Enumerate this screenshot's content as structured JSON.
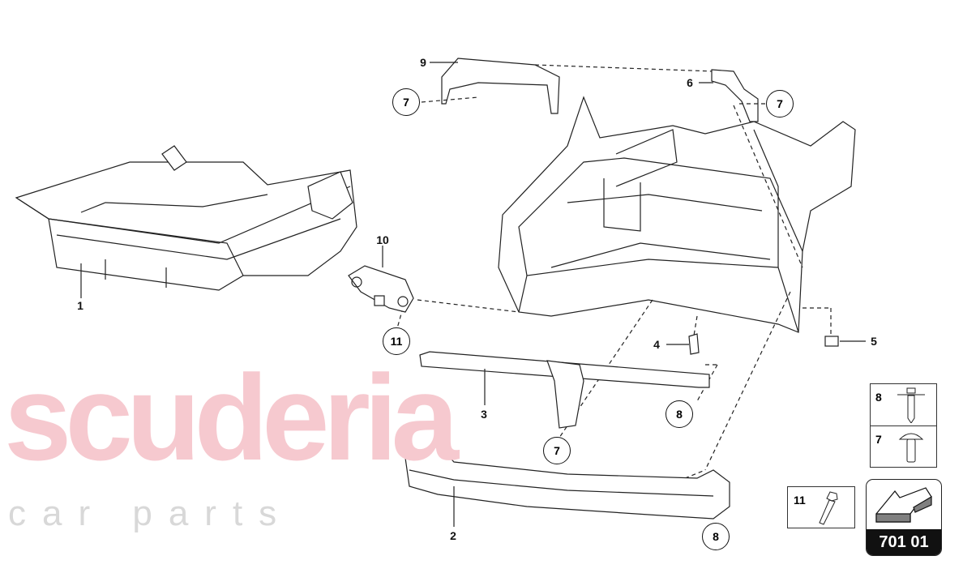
{
  "watermark": {
    "brand": "scuderia",
    "sub": "car parts",
    "color": "#f6c9cf"
  },
  "callouts": {
    "part_1": "1",
    "part_2": "2",
    "part_3": "3",
    "part_4": "4",
    "part_5": "5",
    "part_6": "6",
    "part_7": "7",
    "part_8": "8",
    "part_9": "9",
    "part_10": "10",
    "part_11": "11"
  },
  "legend": {
    "items": [
      {
        "number": "8",
        "icon": "screw-bolt-icon"
      },
      {
        "number": "7",
        "icon": "mushroom-head-bolt-icon"
      },
      {
        "number": "11",
        "icon": "hex-bolt-icon"
      }
    ]
  },
  "catalog": {
    "code": "701 01",
    "icon": "arrow-pointer-icon",
    "accent": "#808080"
  }
}
